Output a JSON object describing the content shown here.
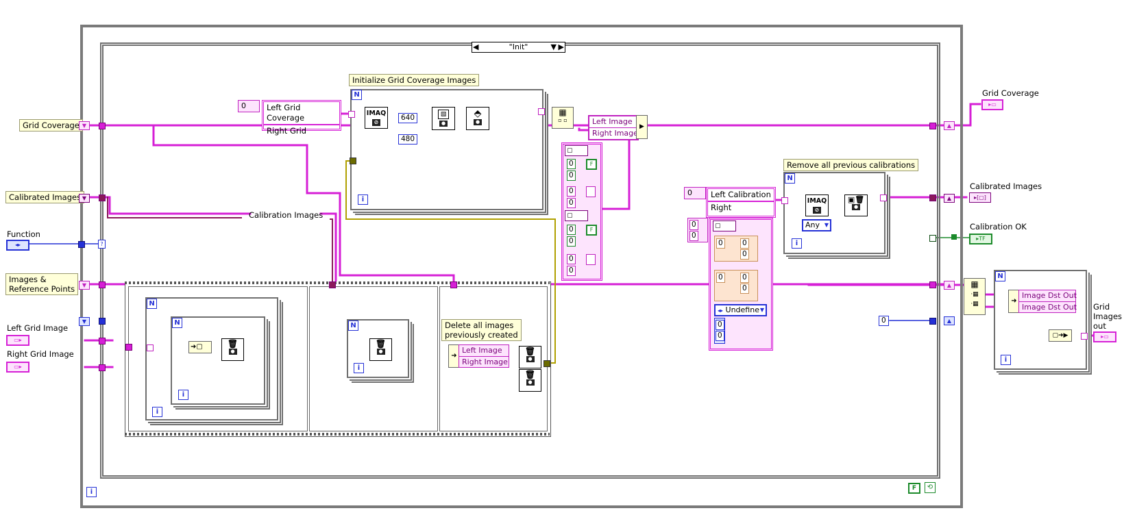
{
  "case_selector": {
    "value": "\"Init\""
  },
  "inputs": [
    {
      "id": "grid_coverage",
      "label": "Grid Coverage"
    },
    {
      "id": "calibrated_images",
      "label": "Calibrated Images"
    },
    {
      "id": "function",
      "label": "Function"
    },
    {
      "id": "images_ref_points",
      "label": "Images &\nReference Points"
    },
    {
      "id": "left_grid_image",
      "label": "Left Grid Image"
    },
    {
      "id": "right_grid_image",
      "label": "Right Grid Image"
    }
  ],
  "outputs": [
    {
      "id": "grid_coverage_out",
      "label": "Grid Coverage"
    },
    {
      "id": "calibrated_images_out",
      "label": "Calibrated Images"
    },
    {
      "id": "calibration_ok",
      "label": "Calibration OK"
    },
    {
      "id": "grid_images_out",
      "label": "Grid\nImages\nout"
    }
  ],
  "comments": {
    "init_grid": "Initialize Grid Coverage Images",
    "remove_calibrations": "Remove all previous calibrations",
    "delete_images": "Delete all images\npreviously created"
  },
  "wire_labels": {
    "calibration_images": "Calibration Images"
  },
  "constants": {
    "grid_names": [
      "Left Grid Coverage",
      "Right Grid"
    ],
    "grid_index": "0",
    "width": "640",
    "height": "480",
    "calib_names": [
      "Left Calibration",
      "Right"
    ],
    "calib_index": "0",
    "any_select": "Any",
    "undefine_select": "Undefine",
    "bool_false": "F",
    "zero_const": "0",
    "tf_indicator": "TF"
  },
  "unbundle_left": {
    "rows": [
      "Left Image",
      "Right Image"
    ]
  },
  "delete_unbundle": {
    "rows": [
      "Left Image",
      "Right Image"
    ]
  },
  "image_dst_out": {
    "rows": [
      "Image Dst Out",
      "Image Dst Out"
    ]
  },
  "cluster_zeros": [
    "0",
    "0",
    "0",
    "0",
    "0",
    "0",
    "0",
    "0"
  ],
  "calib_cluster_zeros": [
    "0",
    "0",
    "0",
    "0",
    "0",
    "0",
    "0",
    "0",
    "0",
    "0"
  ],
  "loop_glyphs": {
    "n": "N",
    "i": "i"
  },
  "vi_labels": {
    "imaq": "IMAQ"
  },
  "colors": {
    "image_wire": "#d61fd6",
    "numeric_wire": "#2430d6",
    "boolean_wire": "#1b8a2a",
    "error_wire": "#b0a000",
    "frame": "#6f6f6f",
    "comment_bg": "#ffffd9"
  }
}
